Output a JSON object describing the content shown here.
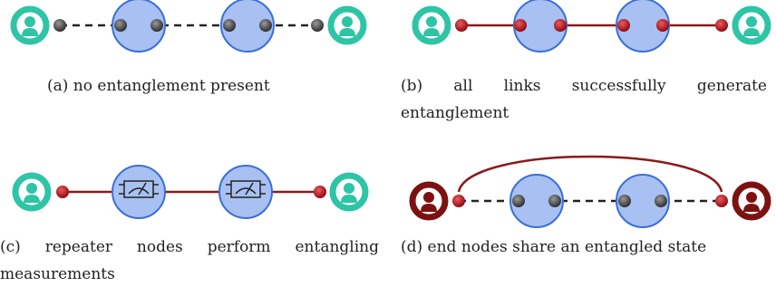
{
  "panels": [
    {
      "id": "a",
      "caption": "(a) no entanglement present"
    },
    {
      "id": "b",
      "caption": "(b) all links successfully generate entanglement"
    },
    {
      "id": "c",
      "caption": "(c) repeater nodes perform entangling measurements"
    },
    {
      "id": "d",
      "caption": "(d) end nodes share an entangled state"
    }
  ],
  "colors": {
    "end_node_teal": "#2ec4a6",
    "end_node_dark_red": "#7d1111",
    "repeater_fill": "#a8c0f2",
    "repeater_stroke": "#3a6fd8",
    "qubit_dark": "#444444",
    "qubit_red": "#b5121b",
    "link_red": "#8b1a1a",
    "link_dashed": "#222222"
  },
  "icons": [
    "user-icon",
    "measurement-meter-icon"
  ]
}
